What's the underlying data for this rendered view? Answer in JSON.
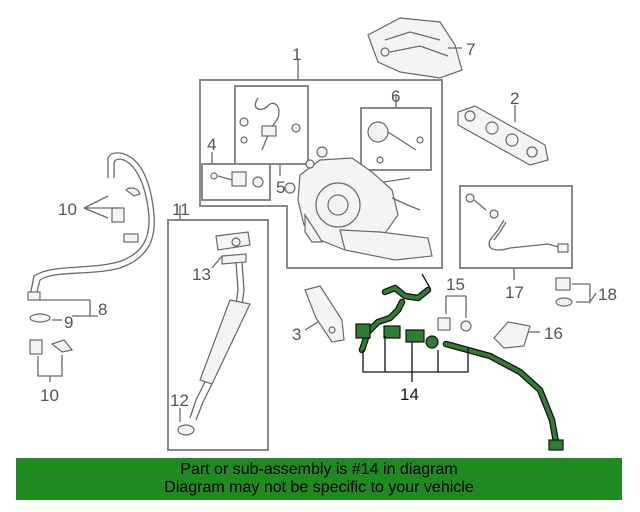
{
  "callouts": {
    "c1": "1",
    "c2": "2",
    "c3": "3",
    "c4": "4",
    "c5": "5",
    "c6": "6",
    "c7": "7",
    "c8": "8",
    "c9": "9",
    "c10a": "10",
    "c10b": "10",
    "c11": "11",
    "c12": "12",
    "c13": "13",
    "c14": "14",
    "c15": "15",
    "c16": "16",
    "c17": "17",
    "c18": "18"
  },
  "banner": {
    "line1": "Part or sub-assembly is #14 in diagram",
    "line2": "Diagram may not be specific to your vehicle"
  },
  "colors": {
    "highlight": "#2e7d32",
    "banner": "#1f8a1f"
  }
}
